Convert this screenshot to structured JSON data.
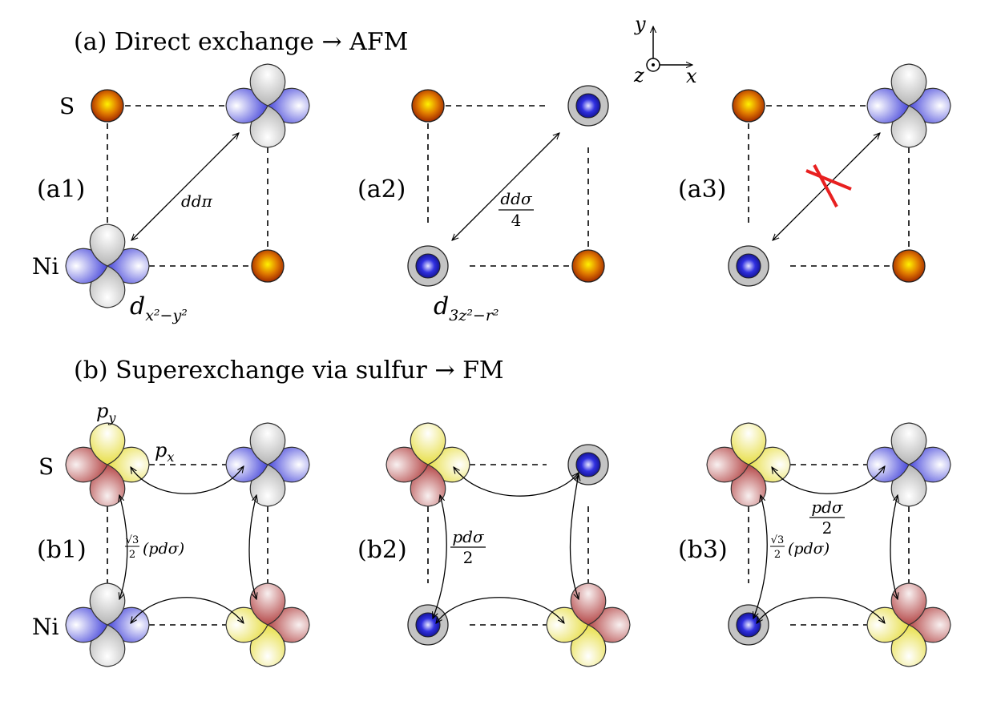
{
  "titles": {
    "a": "(a) Direct exchange → AFM",
    "b": "(b) Superexchange via sulfur → FM"
  },
  "axes": {
    "y": "y",
    "x": "x",
    "z": "z"
  },
  "atom_labels": {
    "s_a": "S",
    "ni_a": "Ni",
    "s_b": "S",
    "ni_b": "Ni"
  },
  "panels": {
    "a1": "(a1)",
    "a2": "(a2)",
    "a3": "(a3)",
    "b1": "(b1)",
    "b2": "(b2)",
    "b3": "(b3)"
  },
  "orbitals": {
    "dx2y2": {
      "base": "d",
      "sub": "x²−y²"
    },
    "d3z2r2": {
      "base": "d",
      "sub": "3z²−r²"
    },
    "py": {
      "base": "p",
      "sub": "y"
    },
    "px": {
      "base": "p",
      "sub": "x"
    }
  },
  "hoppings": {
    "a1": "ddπ",
    "a2_num": "ddσ",
    "a2_den": "4",
    "b1": "(pdσ)",
    "b2_num": "pdσ",
    "b2_den": "2",
    "b3_frac_num": "pdσ",
    "b3_frac_den": "2",
    "b3_sqrt": "(pdσ)",
    "sqrt3": "√3",
    "two": "2"
  },
  "colors": {
    "ni_orbital": "#3a3ad8",
    "gray_lobe": "#c8c8c8",
    "s_red": "#b84848",
    "s_yellow": "#e8e050",
    "s_atom": "#c86000",
    "cross": "#e82020"
  }
}
